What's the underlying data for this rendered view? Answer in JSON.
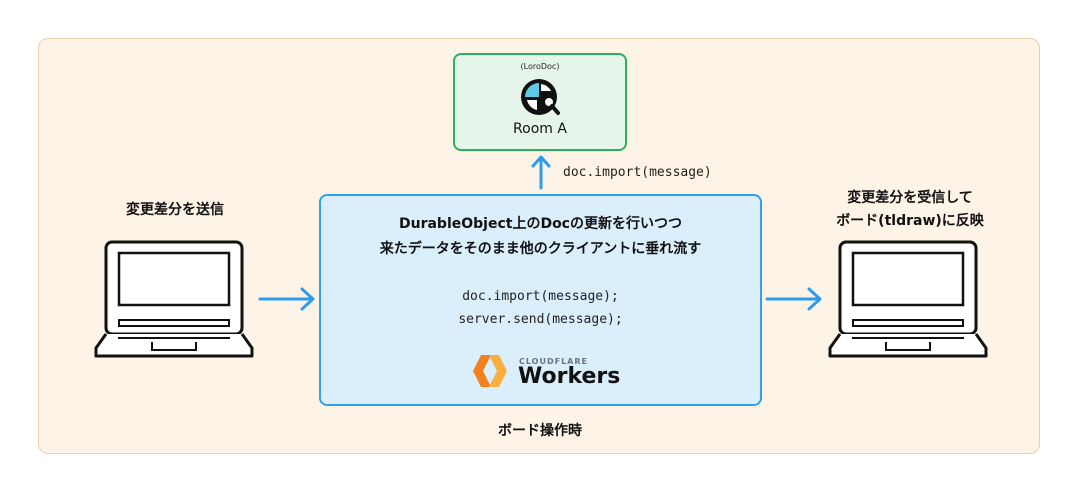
{
  "room": {
    "subtitle": "(LoroDoc)",
    "title": "Room A"
  },
  "arrow_up_label": "doc.import(message)",
  "left_client": {
    "label": "変更差分を送信"
  },
  "right_client": {
    "label_line1": "変更差分を受信して",
    "label_line2": "ボード(tldraw)に反映"
  },
  "worker": {
    "title_line1": "DurableObject上のDocの更新を行いつつ",
    "title_line2": "来たデータをそのまま他のクライアントに垂れ流す",
    "code_line1": "doc.import(message);",
    "code_line2": "server.send(message);",
    "brand_top": "CLOUDFLARE",
    "brand_main": "Workers"
  },
  "caption": "ボード操作時",
  "colors": {
    "panel_bg": "#fdf3e7",
    "room_border": "#2fae5d",
    "worker_border": "#31a2ea",
    "arrow": "#2b9cf0"
  }
}
